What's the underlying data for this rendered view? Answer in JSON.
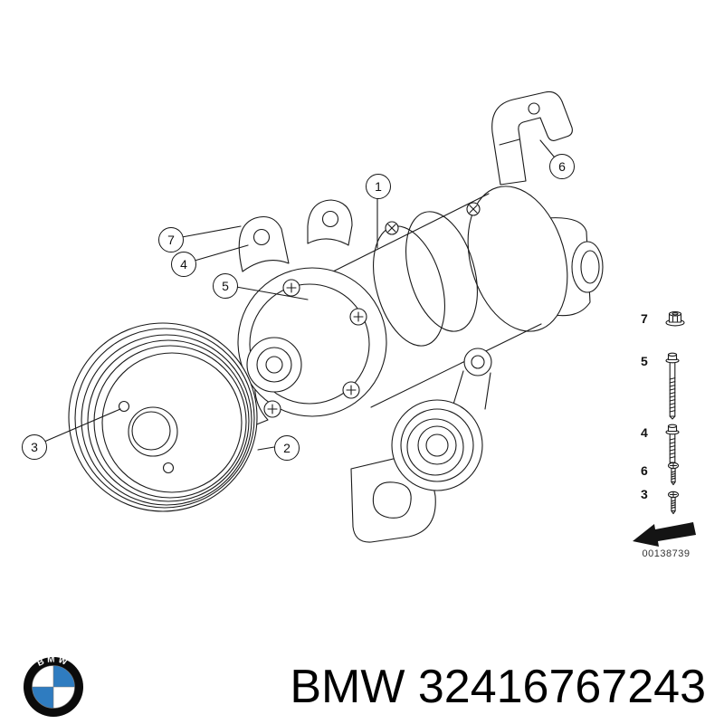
{
  "diagram": {
    "callouts": [
      {
        "label": "1"
      },
      {
        "label": "2"
      },
      {
        "label": "3"
      },
      {
        "label": "4"
      },
      {
        "label": "5"
      },
      {
        "label": "6"
      },
      {
        "label": "7"
      }
    ],
    "legend": {
      "items": [
        {
          "label": "7",
          "icon": "flange-nut-icon"
        },
        {
          "label": "5",
          "icon": "long-hex-bolt-icon"
        },
        {
          "label": "4",
          "icon": "hex-flange-bolt-icon"
        },
        {
          "label": "6",
          "icon": "torx-screw-icon"
        },
        {
          "label": "3",
          "icon": "torx-screw-icon"
        }
      ],
      "arrow_icon": "direction-arrow-icon",
      "drawing_number": "00138739"
    }
  },
  "footer": {
    "logo_icon": "bmw-roundel-icon",
    "logo_text": "BMW",
    "caption": "BMW 32416767243",
    "colors": {
      "bmw_blue": "#2f7cc0",
      "text": "#000000",
      "line": "#1a1a1a"
    }
  }
}
